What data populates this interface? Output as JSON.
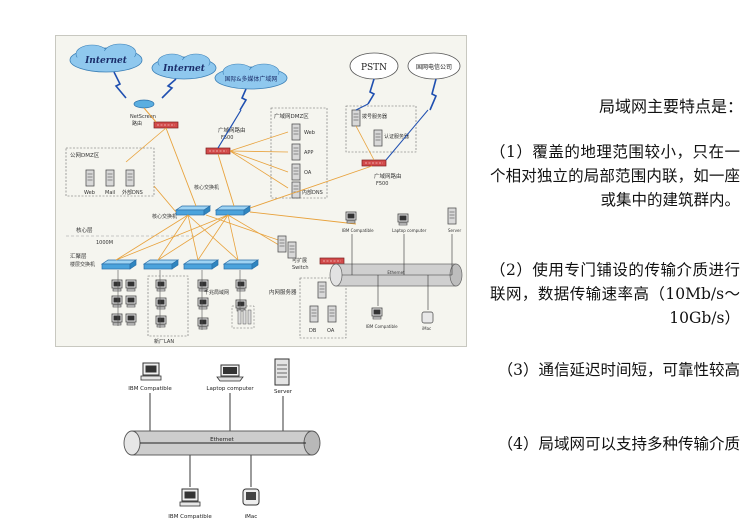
{
  "diagram": {
    "internet1": "Internet",
    "internet2": "Internet",
    "pstn": "PSTN",
    "wan_cloud": "国际&多媒体广域网",
    "isp_cloud": "国网电信公司",
    "netscreen": "NetScreen",
    "router_left": "路由",
    "dmz_public_label": "公网DMZ区",
    "web": "Web",
    "mail": "Mail",
    "dns": "外部DNS",
    "wan_router": "广域网路由",
    "wan_router_model": "F500",
    "wan_dmz_label": "广域网DMZ区",
    "srv_web": "Web",
    "srv_app": "APP",
    "srv_oa": "OA",
    "srv_dns": "内部DNS",
    "access_server": "拨号服务器",
    "auth_server": "认证服务器",
    "wan_router2": "广域网路由",
    "wan_router2_model": "F500",
    "core_switch": "核心交换机",
    "core_layer": "核心层",
    "gigabit": "1000M",
    "agg_layer": "汇聚层",
    "agg_switch": "楼层交换机",
    "extend_switch": "可扩展",
    "switch_word": "Switch",
    "gigabit_lan": "千兆局域网",
    "new_lan": "新厂LAN",
    "intranet_server": "内网服务器",
    "db": "DB",
    "oa": "OA",
    "ibm1": "IBM Compatible",
    "laptop1": "Laptop computer",
    "server1": "Server",
    "ethernet1": "Ethernet",
    "ibm2": "IBM Compatible",
    "mac1": "iMac"
  },
  "lower": {
    "ibm_top": "IBM Compatible",
    "laptop": "Laptop computer",
    "server": "Server",
    "ethernet": "Ethernet",
    "ibm_bottom": "IBM Compatible",
    "mac": "iMac"
  },
  "side": {
    "title": "局域网主要特点是：",
    "features": [
      "（1）覆盖的地理范围较小，只在一个相对独立的局部范围内联，如一座或集中的建筑群内。",
      "（2）使用专门铺设的传输介质进行联网，数据传输速率高（10Mb/s～10Gb/s）",
      "（3）通信延迟时间短，可靠性较高",
      "（4）局域网可以支持多种传输介质"
    ]
  },
  "colors": {
    "cloud": "#8fc8ee",
    "router_red": "#c83c3c",
    "switch_blue": "#5aaee0",
    "link_orange": "#e8a23c",
    "link_blue": "#1f4fb0",
    "cable_gray": "#bdbdbd"
  }
}
